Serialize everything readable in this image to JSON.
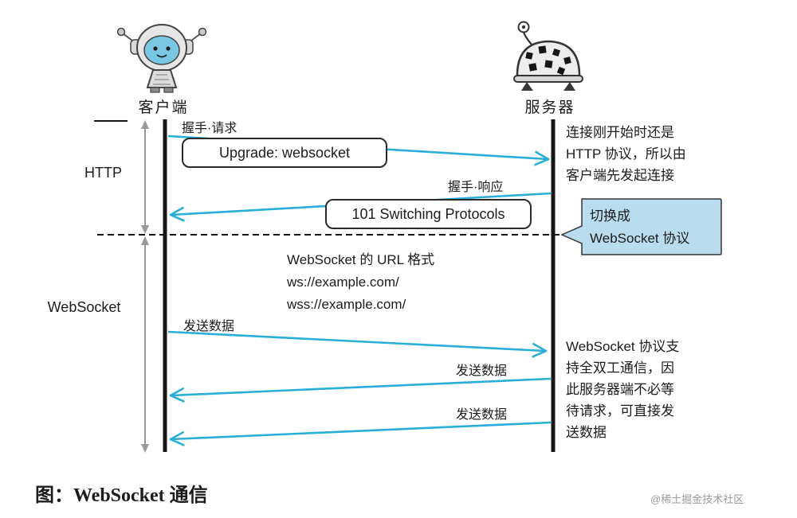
{
  "actors": {
    "client": "客户端",
    "server": "服务器"
  },
  "phases": {
    "http": "HTTP",
    "websocket": "WebSocket"
  },
  "messages": {
    "handshake_request": {
      "label": "握手·请求",
      "box": "Upgrade: websocket"
    },
    "handshake_response": {
      "label": "握手·响应",
      "box": "101 Switching Protocols"
    },
    "client_send": {
      "label": "发送数据"
    },
    "server_send_1": {
      "label": "发送数据"
    },
    "server_send_2": {
      "label": "发送数据"
    }
  },
  "notes": {
    "url_format": [
      "WebSocket 的 URL 格式",
      "ws://example.com/",
      "wss://example.com/"
    ],
    "connection_start": [
      "连接刚开始时还是",
      "HTTP 协议，所以由",
      "客户端先发起连接"
    ],
    "switch_bubble": [
      "切换成",
      "WebSocket 协议"
    ],
    "full_duplex": [
      "WebSocket 协议支",
      "持全双工通信，因",
      "此服务器端不必等",
      "待请求，可直接发",
      "送数据"
    ]
  },
  "caption": "图：WebSocket 通信",
  "watermark": "@稀土掘金技术社区",
  "colors": {
    "arrow": "#29aed8",
    "bubble_fill": "#b9ddee",
    "lifeline": "#161616",
    "range_arrow": "#999999"
  }
}
